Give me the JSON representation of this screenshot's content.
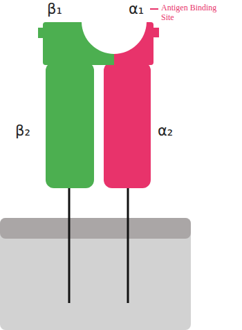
{
  "diagram": {
    "labels": [
      "β₁",
      "α₁",
      "Antigen Binding Site",
      "β₂",
      "α₂"
    ]
  }
}
